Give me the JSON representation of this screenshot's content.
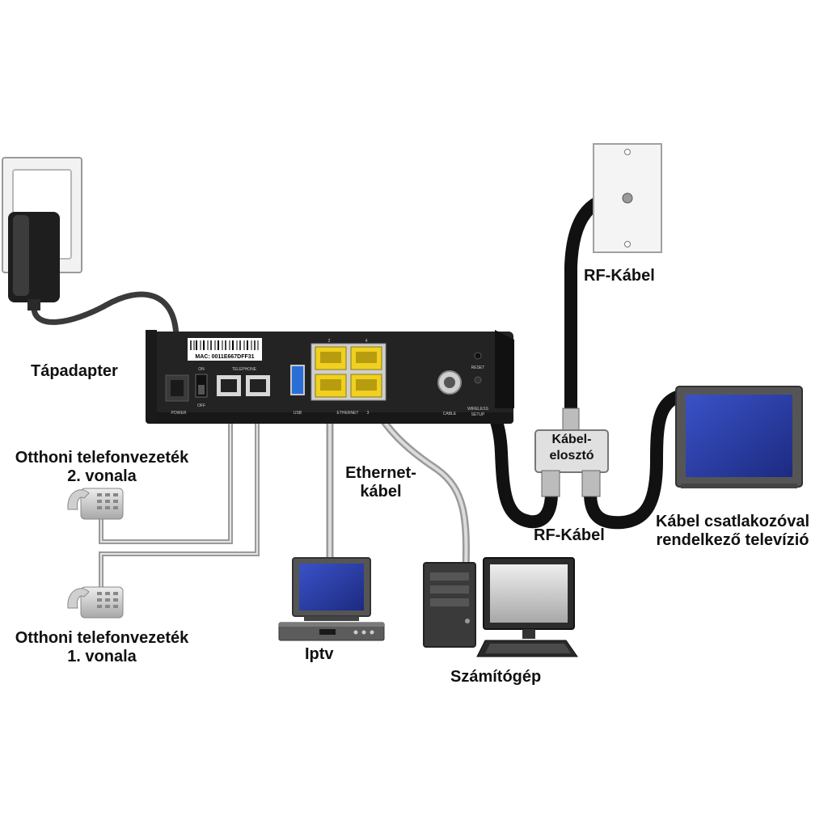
{
  "labels": {
    "power_adapter": "Tápadapter",
    "phone_line2": [
      "Otthoni telefonvezeték",
      "2. vonala"
    ],
    "phone_line1": [
      "Otthoni telefonvezeték",
      "1. vonala"
    ],
    "ethernet_cable": [
      "Ethernet-",
      "kábel"
    ],
    "iptv": "Iptv",
    "computer": "Számítógép",
    "rf_cable_top": "RF-Kábel",
    "rf_cable_bottom": "RF-Kábel",
    "splitter": [
      "Kábel-",
      "elosztó"
    ],
    "tv": [
      "Kábel csatlakozóval",
      "rendelkező televízió"
    ]
  },
  "modem": {
    "mac": "MAC: 0011E667DFF31",
    "port_labels": {
      "power": "POWER",
      "on": "ON",
      "off": "OFF",
      "telephone": "TELEPHONE",
      "usb": "USB",
      "ethernet": "ETHERNET",
      "eth_2": "2",
      "eth_4": "4",
      "eth_3": "3",
      "cable": "CABLE",
      "reset": "RESET",
      "wireless_setup_1": "WIRELESS",
      "wireless_setup_2": "SETUP"
    }
  },
  "colors": {
    "modem_body": "#262626",
    "ethernet_port": "#f0d020",
    "usb_port": "#2a6fd8",
    "screen": "#283c9c",
    "coax_cable": "#111111",
    "phone_cable": "#b0b0b0"
  }
}
